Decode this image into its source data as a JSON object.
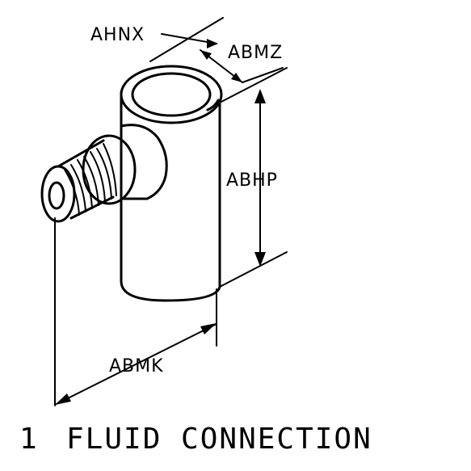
{
  "dimensions": {
    "ahnx": "AHNX",
    "abmz": "ABMZ",
    "abhp": "ABHP",
    "abmk": "ABMK"
  },
  "caption": {
    "item_number": "1",
    "title": "FLUID CONNECTION"
  },
  "colors": {
    "ink": "#000000",
    "paper": "#ffffff"
  }
}
